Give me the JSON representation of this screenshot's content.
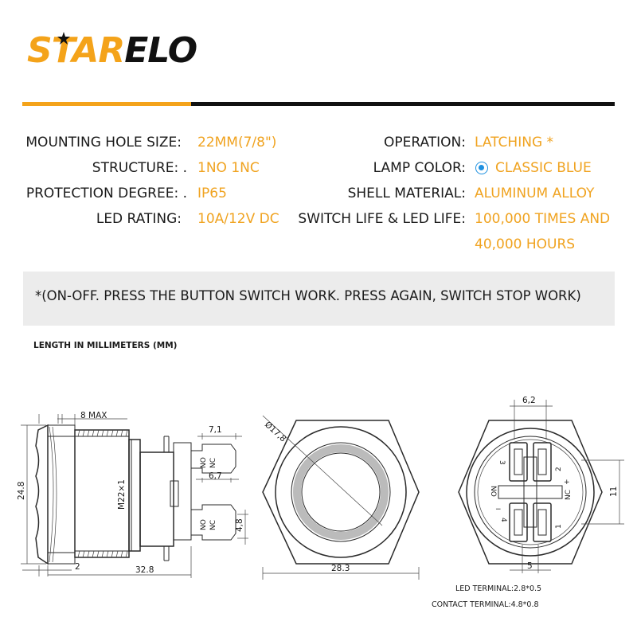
{
  "brand": {
    "name_star": "STAR",
    "name_rest": "ELO",
    "accent": "#f4a31a"
  },
  "specs_left": [
    {
      "label": "MOUNTING HOLE SIZE:",
      "value": "22MM(7/8\")"
    },
    {
      "label": "STRUCTURE: .",
      "value": "1NO 1NC"
    },
    {
      "label": "PROTECTION DEGREE: .",
      "value": "IP65"
    },
    {
      "label": "LED RATING:",
      "value": "10A/12V DC"
    }
  ],
  "specs_right": [
    {
      "label": "OPERATION:",
      "value": "LATCHING *"
    },
    {
      "label": "LAMP COLOR:",
      "value": "CLASSIC BLUE",
      "swatch": "#1e90e0"
    },
    {
      "label": "SHELL MATERIAL:",
      "value": "ALUMINUM ALLOY"
    },
    {
      "label": "SWITCH LIFE & LED LIFE:",
      "value": "100,000 TIMES AND",
      "value2": "40,000 HOURS"
    }
  ],
  "note": "*(ON-OFF. PRESS THE BUTTON SWITCH WORK. PRESS AGAIN, SWITCH STOP WORK)",
  "length_title": "LENGTH IN MILLIMETERS (MM)",
  "dims": {
    "max8": "8 MAX",
    "h248": "24.8",
    "thread": "M22×1",
    "d2": "2",
    "l328": "32.8",
    "d71": "7,1",
    "d67": "6,7",
    "d48": "4,8",
    "no": "NO",
    "nc": "NC",
    "dia": "Ø17,8",
    "w283": "28.3",
    "d62": "6,2",
    "d11": "11",
    "d5": "5",
    "pin3": "3",
    "pin2": "2",
    "pin4": "4",
    "pin1": "1",
    "pin_no": "NO",
    "pin_nc": "NC",
    "pin_plus": "+",
    "pin_minus": "−"
  },
  "terminals": {
    "led": "LED TERMINAL:2.8*0.5",
    "contact": "CONTACT TERMINAL:4.8*0.8"
  }
}
